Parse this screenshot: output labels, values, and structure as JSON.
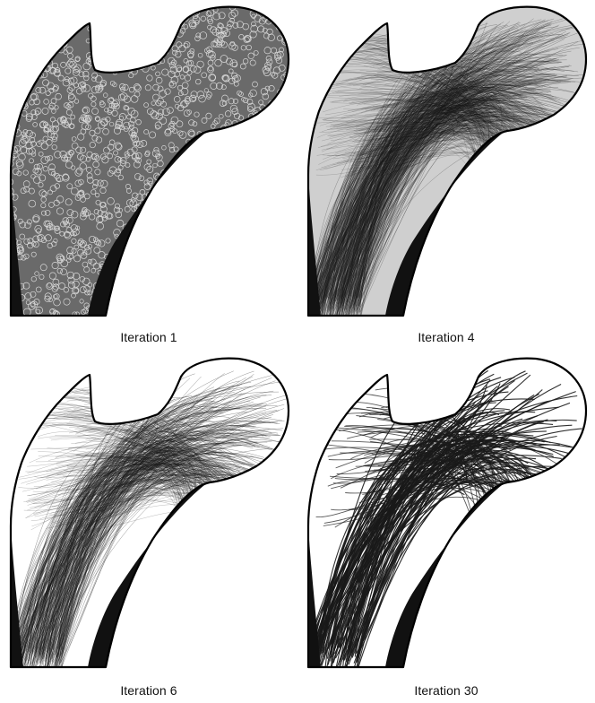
{
  "panels": [
    {
      "label": "Iteration 1",
      "style": "mesh"
    },
    {
      "label": "Iteration 4",
      "style": "dense-fibers"
    },
    {
      "label": "Iteration 6",
      "style": "fibers"
    },
    {
      "label": "Iteration 30",
      "style": "sparse-fibers"
    }
  ],
  "colors": {
    "outline": "#000000",
    "cortical_bone": "#111111",
    "mesh_fill": "#6a6a6a",
    "mesh_cells": "#d8d8d8",
    "fiber": "#1a1a1a",
    "background": "#ffffff"
  }
}
